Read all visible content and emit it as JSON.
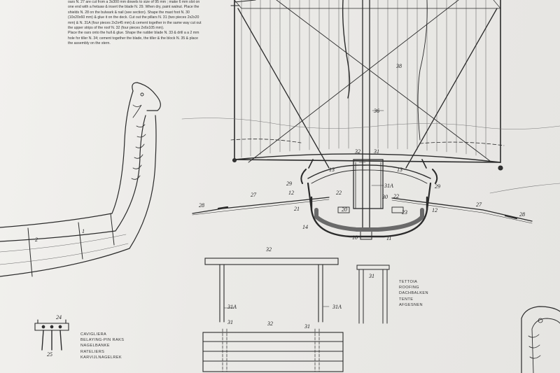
{
  "instructions": [
    "oars N. 27 are cut from a 3x300 mm dowels to size of 95 mm ; make 6 mm slot on",
    "one end with a fretsaw & insert the blade N. 29. When dry, paint walnut. Place the",
    "shields N. 28 on the bulwark & nail (see section). Shape the mast foot N. 30",
    "(10x20x60 mm) & glue it on the deck. Cut out the pillars N. 31 (two pieces 2x2x20",
    "mm) & N. 31A (four pieces 2x2x45 mm) & cement together in the same way cut out",
    "the upper strips of the roof N. 32 (four pieces 2x6x105 mm).",
    "Place the oars onto the hull & glue. Shape the rudder blade N. 33 & drill a a 2 mm",
    "hole for tiller N. 34; cement together the blade, the tiller & the block N. 35 & place",
    "the assembly on the stern."
  ],
  "part_labels": {
    "p38": "38",
    "p36": "36",
    "p32a": "32",
    "p31a": "31",
    "p13l": "13",
    "p13r": "13",
    "p29l": "29",
    "p29r": "29",
    "p31a_top": "31A",
    "p12l": "12",
    "p12r": "12",
    "p22l": "22",
    "p22r": "22",
    "p27l": "27",
    "p27r": "27",
    "p28l": "28",
    "p28r": "28",
    "p21": "21",
    "p20": "20",
    "p30": "30",
    "p23": "23",
    "p14": "14",
    "p10": "10",
    "p11": "11",
    "p1": "1",
    "p2": "2",
    "p32b": "32",
    "p31b": "31",
    "p31A_l": "31A",
    "p31A_r": "31A",
    "p31c": "31",
    "p32c": "32",
    "p31d": "31",
    "p24": "24",
    "p25": "25"
  },
  "roofing_legend": [
    "TETTOIA",
    "ROOFING",
    "DACHBALKEN",
    "TENTE",
    "AFGESNEN"
  ],
  "pin_rack_legend": [
    "CAVIGLIERA",
    "BELAYING-PIN RAKS",
    "NAGELBANKE",
    "RATELIERS",
    "KARVIJLNAGELREK"
  ]
}
